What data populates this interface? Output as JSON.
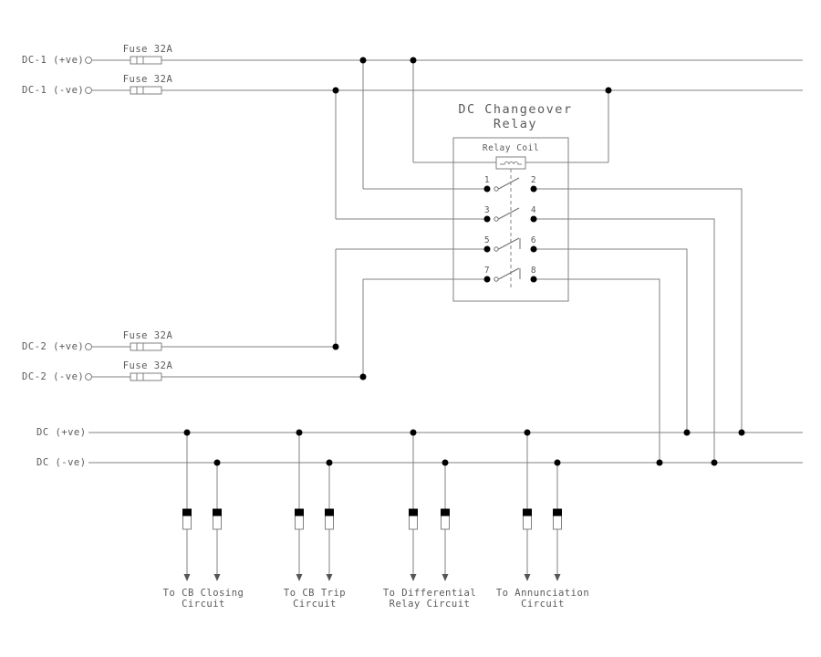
{
  "relay": {
    "title_line1": "DC Changeover",
    "title_line2": "Relay",
    "coil_label": "Relay Coil",
    "contact_numbers": [
      "1",
      "2",
      "3",
      "4",
      "5",
      "6",
      "7",
      "8"
    ]
  },
  "sources": [
    {
      "label": "DC-1 (+ve)",
      "fuse_label": "Fuse 32A"
    },
    {
      "label": "DC-1 (-ve)",
      "fuse_label": "Fuse 32A"
    },
    {
      "label": "DC-2 (+ve)",
      "fuse_label": "Fuse 32A"
    },
    {
      "label": "DC-2 (-ve)",
      "fuse_label": "Fuse 32A"
    }
  ],
  "buses": [
    {
      "label": "DC (+ve)"
    },
    {
      "label": "DC (-ve)"
    }
  ],
  "outputs": [
    {
      "line1": "To CB Closing",
      "line2": "Circuit"
    },
    {
      "line1": "To CB Trip",
      "line2": "Circuit"
    },
    {
      "line1": "To Differential",
      "line2": "Relay Circuit"
    },
    {
      "line1": "To Annunciation",
      "line2": "Circuit"
    }
  ],
  "colors": {
    "wire": "#818181",
    "dot": "#000000",
    "text": "#5a5a5a",
    "background": "#ffffff"
  }
}
